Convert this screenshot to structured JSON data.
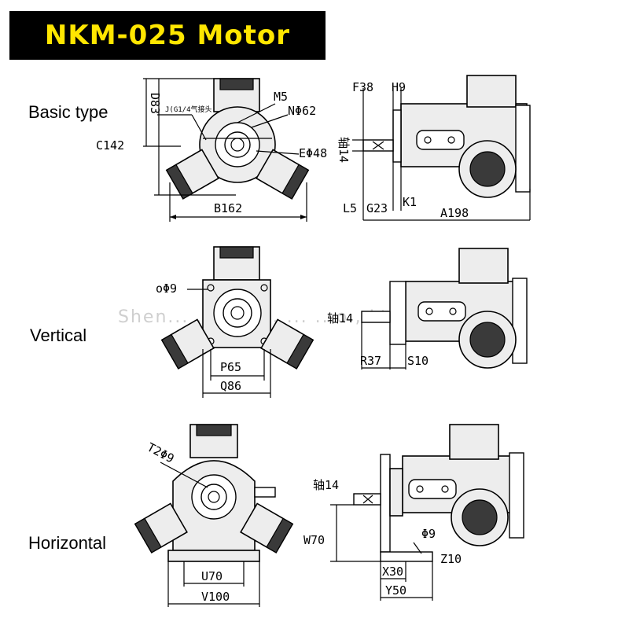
{
  "title": "NKM-025 Motor",
  "colors": {
    "title_bg": "#000000",
    "title_text": "#ffe600",
    "watermark": "#cfcfcf"
  },
  "rows": {
    "basic": "Basic type",
    "vertical": "Vertical",
    "horizontal": "Horizontal"
  },
  "watermark": "Shen... ..'an T... ... ...o., Ltd",
  "dims": {
    "d83": "D83",
    "c142": "C142",
    "m5": "M5",
    "n62": "NΦ62",
    "e48": "EΦ48",
    "air_inlet": "J(G1/4气接头",
    "b162": "B162",
    "f38": "F38",
    "h9": "H9",
    "shaft14_a": "轴14",
    "l5": "L5",
    "g23": "G23",
    "k1": "K1",
    "a198": "A198",
    "o9": "oΦ9",
    "p65": "P65",
    "q86": "Q86",
    "shaft14_b": "轴14",
    "r37": "R37",
    "s10": "S10",
    "t2_9": "T2Φ9",
    "u70": "U70",
    "v100": "V100",
    "shaft14_c": "轴14",
    "w70": "W70",
    "phi9": "Φ9",
    "z10": "Z10",
    "x30": "X30",
    "y50": "Y50"
  }
}
